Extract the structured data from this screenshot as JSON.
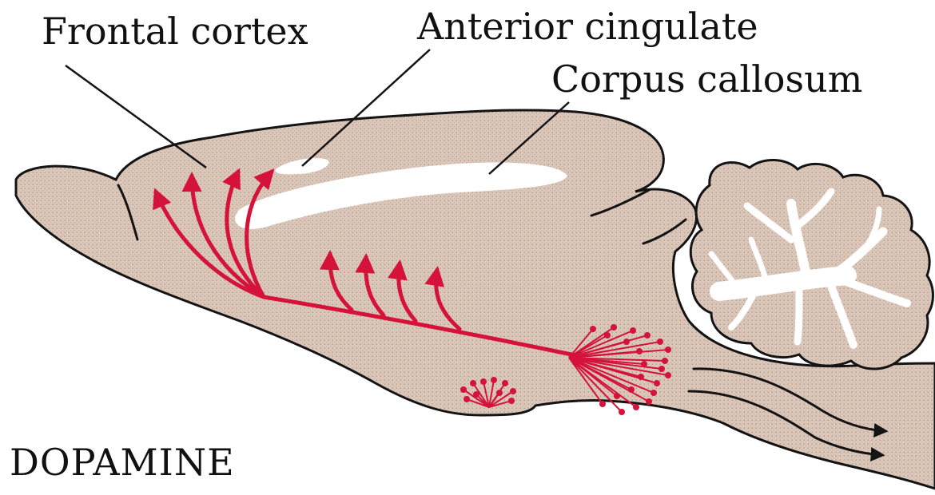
{
  "labels": {
    "frontal_cortex": "Frontal cortex",
    "anterior_cingulate": "Anterior cingulate",
    "corpus_callosum": "Corpus callosum"
  },
  "title": "DOPAMINE",
  "colors": {
    "brain_fill": "#d8c3b6",
    "outline": "#141414",
    "pathway": "#d4123a",
    "white_matter": "#ffffff"
  }
}
